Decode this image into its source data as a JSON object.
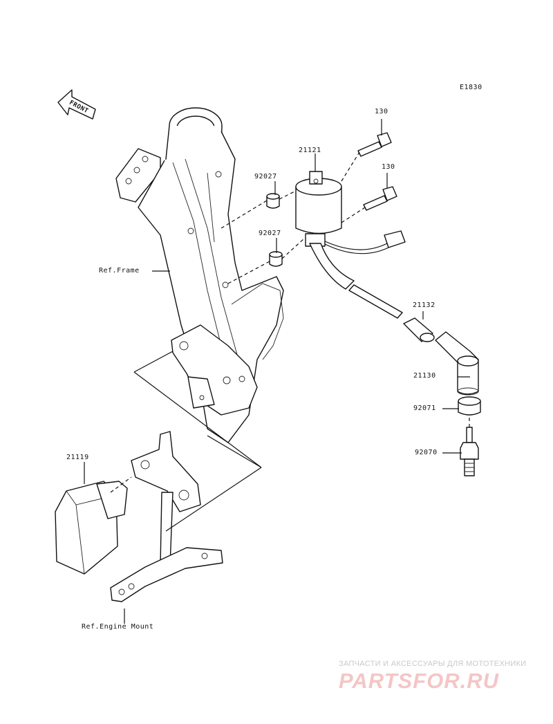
{
  "diagram_code": "E1830",
  "front_arrow": {
    "label": "FRONT",
    "icon": "front-direction-arrow-icon"
  },
  "labels": {
    "bolt_upper": "130",
    "bolt_lower": "130",
    "ignition_coil": "21121",
    "collar_upper": "92027",
    "collar_lower": "92027",
    "ref_frame": "Ref.Frame",
    "cap_holder": "21132",
    "plug_cap": "21130",
    "seal": "92071",
    "spark_plug": "92070",
    "igniter": "21119",
    "ref_engine_mount": "Ref.Engine Mount"
  },
  "watermark": {
    "tagline": "ЗАПЧАСТИ И АКСЕССУАРЫ ДЛЯ МОТОТЕХНИКИ",
    "brand": "PARTSFOR.RU",
    "color": "#f4c6c6"
  }
}
